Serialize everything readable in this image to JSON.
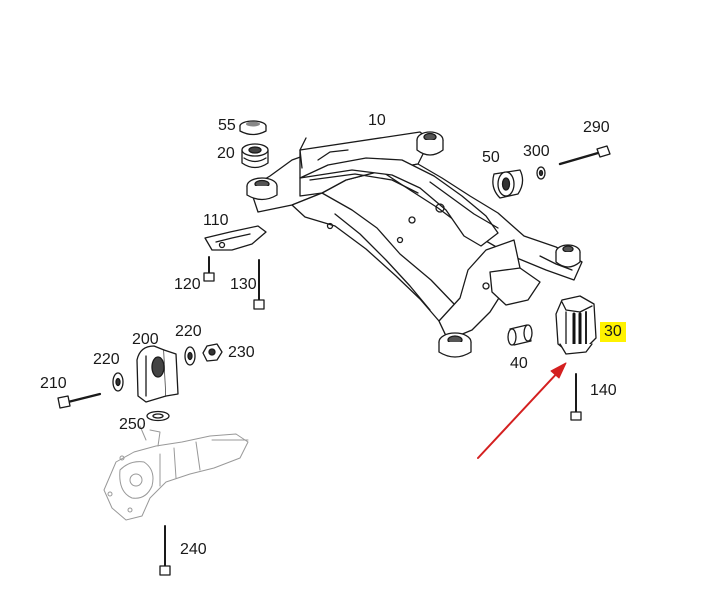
{
  "diagram": {
    "labels": [
      {
        "id": "p10",
        "text": "10"
      },
      {
        "id": "p20",
        "text": "20"
      },
      {
        "id": "p30",
        "text": "30"
      },
      {
        "id": "p40",
        "text": "40"
      },
      {
        "id": "p50",
        "text": "50"
      },
      {
        "id": "p55",
        "text": "55"
      },
      {
        "id": "p110",
        "text": "110"
      },
      {
        "id": "p120",
        "text": "120"
      },
      {
        "id": "p130",
        "text": "130"
      },
      {
        "id": "p140",
        "text": "140"
      },
      {
        "id": "p200",
        "text": "200"
      },
      {
        "id": "p210",
        "text": "210"
      },
      {
        "id": "p220a",
        "text": "220"
      },
      {
        "id": "p220b",
        "text": "220"
      },
      {
        "id": "p230",
        "text": "230"
      },
      {
        "id": "p240",
        "text": "240"
      },
      {
        "id": "p250",
        "text": "250"
      },
      {
        "id": "p290",
        "text": "290"
      },
      {
        "id": "p300",
        "text": "300"
      }
    ],
    "highlight_color": "#fff200",
    "arrow_color": "#d42020"
  }
}
